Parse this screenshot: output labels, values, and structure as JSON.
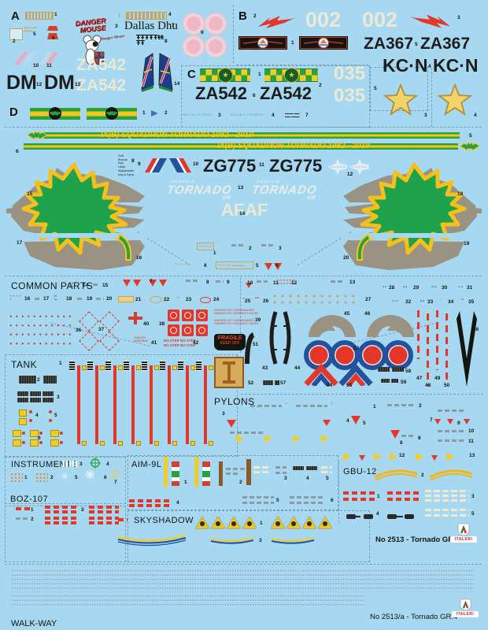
{
  "page": {
    "bg": "#a6d8f2"
  },
  "branding": {
    "logo_text": "ITALERI",
    "inner_caption": "No 2513 - Tornado GR.4",
    "footer_caption": "No 2513/a - Tornado GR.4",
    "walkway_label": "WALK-WAY"
  },
  "section_labels": {
    "a": "A",
    "b": "B",
    "c": "C",
    "d": "D",
    "common_parts": "COMMON PARTS",
    "tank": "TANK",
    "pylons": "PYLONS",
    "instruments": "INSTRUMENTS",
    "aim9l": "AIM-9L",
    "gbu12": "GBU-12",
    "boz107": "BOZ-107",
    "skyshadow": "SKYSHADOW"
  },
  "codes": {
    "za542": "ZA542",
    "za367": "ZA367",
    "kcn": "KC·N",
    "dm": "DM",
    "n002": "002",
    "n035": "035",
    "zg775": "ZG775",
    "af": "AF",
    "dallas_dhu": "Dallas Dhu",
    "tally": "ŦŦŦŦŦŧŧ",
    "tally2": "ŦŦ"
  },
  "titles": {
    "danger": "DANGER",
    "mouse": "MOUSE",
    "script": "Danger Mouse",
    "squadron_stripe": "IX(B) SQUADRON TORNADO 1982 - 2019",
    "panavia": "PANAVIA",
    "tornado": "TORNADO",
    "gr": "GR"
  },
  "stencils": {
    "fragile_1": "FRAGILE",
    "fragile_2": "KEEP OFF",
    "rescue": "RESCUE",
    "rescue_bar": "RESCUE ▬▬▬▬",
    "no_step": "NO STEP  NO STEP",
    "danger_hot": "DANGER HOT GASES",
    "name_1": "Wg Cdr J D Heeps",
    "name_2": "Sqn Ldr C A Bowhorn",
    "ops": [
      "Gulf",
      "Bosnia",
      "Iraq",
      "Libya",
      "Afghanistan",
      "Iraq & Syria"
    ]
  },
  "markers": [
    [
      1,
      69,
      16
    ],
    [
      4,
      214,
      16
    ],
    [
      2,
      16,
      50
    ],
    [
      5,
      42,
      41
    ],
    [
      6,
      66,
      46
    ],
    [
      3,
      146,
      31
    ],
    [
      7,
      218,
      30
    ],
    [
      8,
      209,
      50
    ],
    [
      9,
      255,
      39
    ],
    [
      10,
      42,
      81
    ],
    [
      11,
      59,
      81
    ],
    [
      12,
      46,
      105
    ],
    [
      13,
      95,
      105
    ],
    [
      14,
      221,
      104
    ],
    [
      2,
      322,
      18
    ],
    [
      3,
      581,
      20
    ],
    [
      1,
      370,
      52
    ],
    [
      5,
      527,
      54
    ],
    [
      4,
      544,
      82
    ],
    [
      5,
      475,
      110
    ],
    [
      3,
      539,
      144
    ],
    [
      4,
      602,
      144
    ],
    [
      1,
      328,
      92
    ],
    [
      2,
      405,
      106
    ],
    [
      6,
      321,
      119
    ],
    [
      3,
      277,
      144
    ],
    [
      4,
      345,
      144
    ],
    [
      7,
      388,
      144
    ],
    [
      1,
      181,
      141
    ],
    [
      2,
      209,
      141
    ],
    [
      5,
      596,
      170
    ],
    [
      6,
      20,
      190
    ],
    [
      8,
      167,
      202
    ],
    [
      9,
      175,
      206
    ],
    [
      10,
      245,
      206
    ],
    [
      11,
      329,
      207
    ],
    [
      12,
      441,
      219
    ],
    [
      13,
      302,
      236
    ],
    [
      14,
      304,
      269
    ],
    [
      15,
      34,
      244
    ],
    [
      17,
      21,
      306
    ],
    [
      16,
      173,
      325
    ],
    [
      18,
      581,
      244
    ],
    [
      19,
      589,
      307
    ],
    [
      20,
      436,
      325
    ],
    [
      1,
      271,
      319
    ],
    [
      2,
      316,
      313
    ],
    [
      3,
      354,
      313
    ],
    [
      4,
      259,
      335
    ],
    [
      5,
      325,
      335
    ],
    [
      6,
      350,
      335
    ],
    [
      7,
      190,
      355
    ],
    [
      8,
      262,
      356
    ],
    [
      9,
      288,
      356
    ],
    [
      14,
      105,
      360
    ],
    [
      15,
      130,
      360
    ],
    [
      10,
      314,
      357
    ],
    [
      11,
      347,
      357
    ],
    [
      12,
      370,
      357
    ],
    [
      13,
      444,
      356
    ],
    [
      16,
      31,
      377
    ],
    [
      17,
      55,
      377
    ],
    [
      18,
      84,
      377
    ],
    [
      19,
      110,
      377
    ],
    [
      20,
      135,
      377
    ],
    [
      21,
      172,
      378
    ],
    [
      22,
      208,
      378
    ],
    [
      23,
      236,
      378
    ],
    [
      24,
      271,
      378
    ],
    [
      25,
      311,
      380
    ],
    [
      26,
      334,
      380
    ],
    [
      27,
      464,
      378
    ],
    [
      28,
      494,
      363
    ],
    [
      29,
      525,
      363
    ],
    [
      30,
      561,
      363
    ],
    [
      31,
      593,
      363
    ],
    [
      32,
      515,
      381
    ],
    [
      33,
      543,
      381
    ],
    [
      34,
      569,
      381
    ],
    [
      35,
      595,
      381
    ],
    [
      36,
      96,
      417
    ],
    [
      37,
      125,
      416
    ],
    [
      40,
      182,
      409
    ],
    [
      38,
      202,
      409
    ],
    [
      39,
      324,
      404
    ],
    [
      41,
      192,
      433
    ],
    [
      42,
      245,
      433
    ],
    [
      45,
      437,
      396
    ],
    [
      46,
      463,
      396
    ],
    [
      51,
      321,
      435
    ],
    [
      53,
      449,
      440
    ],
    [
      43,
      333,
      465
    ],
    [
      44,
      374,
      465
    ],
    [
      47,
      529,
      478
    ],
    [
      48,
      540,
      487
    ],
    [
      49,
      552,
      478
    ],
    [
      50,
      564,
      487
    ],
    [
      56,
      601,
      416
    ],
    [
      52,
      315,
      484
    ],
    [
      57,
      356,
      484
    ],
    [
      54,
      415,
      487
    ],
    [
      55,
      440,
      487
    ],
    [
      58,
      515,
      469
    ],
    [
      59,
      509,
      483
    ],
    [
      1,
      75,
      459
    ],
    [
      2,
      47,
      480
    ],
    [
      3,
      72,
      502
    ],
    [
      4,
      45,
      525
    ],
    [
      5,
      69,
      525
    ],
    [
      6,
      48,
      554
    ],
    [
      1,
      474,
      514
    ],
    [
      2,
      532,
      513
    ],
    [
      3,
      282,
      523
    ],
    [
      4,
      440,
      532
    ],
    [
      5,
      461,
      535
    ],
    [
      7,
      546,
      531
    ],
    [
      9,
      581,
      535
    ],
    [
      6,
      508,
      560
    ],
    [
      8,
      531,
      554
    ],
    [
      10,
      595,
      545
    ],
    [
      11,
      595,
      558
    ],
    [
      12,
      507,
      576
    ],
    [
      13,
      596,
      576
    ],
    [
      3,
      101,
      587
    ],
    [
      4,
      135,
      587
    ],
    [
      1,
      31,
      604
    ],
    [
      2,
      64,
      604
    ],
    [
      5,
      95,
      604
    ],
    [
      6,
      132,
      604
    ],
    [
      7,
      145,
      610
    ],
    [
      1,
      234,
      610
    ],
    [
      2,
      304,
      610
    ],
    [
      3,
      361,
      605
    ],
    [
      4,
      389,
      605
    ],
    [
      5,
      414,
      605
    ],
    [
      5,
      351,
      633
    ],
    [
      6,
      420,
      633
    ],
    [
      2,
      535,
      601
    ],
    [
      1,
      479,
      628
    ],
    [
      3,
      599,
      628
    ],
    [
      4,
      478,
      650
    ],
    [
      5,
      599,
      650
    ],
    [
      1,
      39,
      645
    ],
    [
      3,
      103,
      645
    ],
    [
      2,
      39,
      657
    ],
    [
      4,
      224,
      636
    ],
    [
      1,
      330,
      662
    ],
    [
      3,
      329,
      684
    ]
  ]
}
